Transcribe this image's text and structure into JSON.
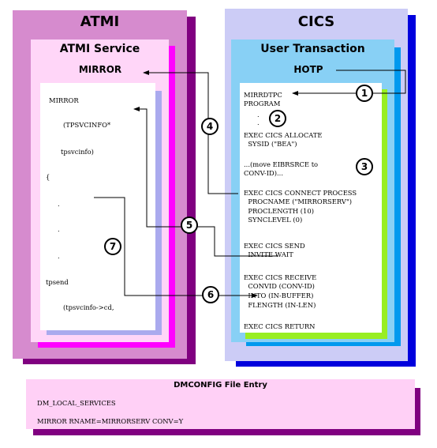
{
  "atmi": {
    "title": "ATMI",
    "service_title": "ATMI Service",
    "mirror_label": "MIRROR",
    "code": {
      "l1": "MIRROR",
      "l2": "(TPSVCINFO*",
      "l3": "tpsvcinfo)",
      "l4": "{",
      "l5": ".",
      "l6": ".",
      "l7": ".",
      "l8": "tpsend",
      "l9": "(tpsvcinfo->cd,"
    }
  },
  "cics": {
    "title": "CICS",
    "transaction_title": "User Transaction",
    "hotp_label": "HOTP",
    "code": {
      "l1": "MIRRDTPC",
      "l2": "PROGRAM",
      "l3": ".",
      "l4": ".",
      "l5": "EXEC CICS ALLOCATE",
      "l6": "  SYSID (\"BEA\")",
      "l7": "...(move EIBRSRCE to",
      "l8": "CONV-ID)...",
      "l9": "EXEC CICS CONNECT PROCESS",
      "l10": "  PROCNAME (\"MIRRORSERV\")",
      "l11": "  PROCLENGTH (10)",
      "l12": "  SYNCLEVEL (0)",
      "l13": "EXEC CICS SEND",
      "l14": "  INVITE WAIT",
      "l15": "EXEC CICS RECEIVE",
      "l16": "  CONVID (CONV-ID)",
      "l17": "  INTO (IN-BUFFER)",
      "l18": "  FLENGTH (IN-LEN)",
      "l19": "EXEC CICS RETURN"
    }
  },
  "dmconfig": {
    "title": "DMCONFIG File Entry",
    "line1": "DM_LOCAL_SERVICES",
    "line2": "MIRROR RNAME=MIRRORSERV CONV=Y"
  },
  "steps": [
    "1",
    "2",
    "3",
    "4",
    "5",
    "6",
    "7"
  ],
  "colors": {
    "atmi_outer": "#d68bce",
    "atmi_outer_shadow": "#800080",
    "atmi_service": "#ffd6f8",
    "atmi_service_shadow": "#ff00ff",
    "atmi_code_shadow": "#aaaaee",
    "cics_outer": "#ccccf6",
    "cics_outer_shadow": "#0000dd",
    "cics_transaction": "#88d0f5",
    "cics_transaction_shadow": "#0099ee",
    "cics_code_shadow": "#99ee22",
    "dmconfig_bg": "#ffd0f6",
    "dmconfig_shadow": "#800080"
  }
}
